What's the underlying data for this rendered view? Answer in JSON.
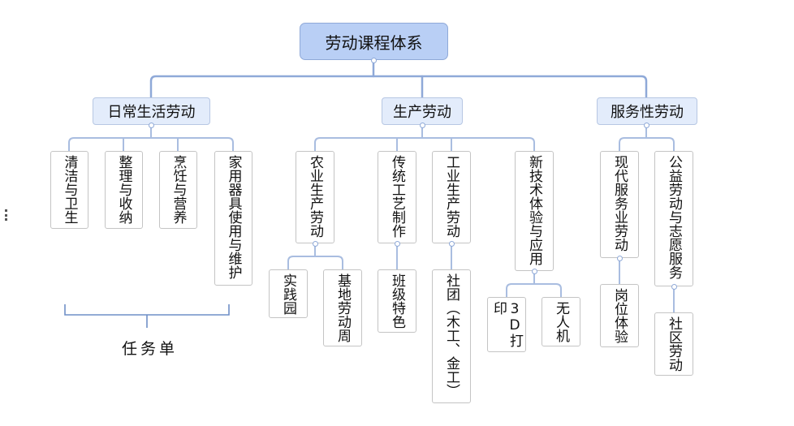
{
  "root": "劳动课程体系",
  "categories": {
    "daily": {
      "label": "日常生活劳动",
      "items": [
        "清洁与卫生",
        "整理与收纳",
        "烹饪与营养",
        "家用器具使用与维护"
      ]
    },
    "production": {
      "label": "生产劳动",
      "items": [
        {
          "label": "农业生产劳动",
          "children": [
            "实践园",
            "基地劳动周"
          ]
        },
        {
          "label": "传统工艺制作",
          "children": [
            "班级特色"
          ]
        },
        {
          "label": "工业生产劳动",
          "children": [
            "社团（木工、金工）"
          ]
        },
        {
          "label": "新技术体验与应用",
          "children": [
            "3D打印",
            "无人机"
          ]
        }
      ]
    },
    "service": {
      "label": "服务性劳动",
      "items": [
        {
          "label": "现代服务业劳动",
          "children": [
            "岗位体验"
          ]
        },
        {
          "label": "公益劳动与志愿服务",
          "children": [
            "社区劳动"
          ]
        }
      ]
    }
  },
  "task_label": "任务单",
  "colors": {
    "connector": "#8fa9d8",
    "root_fill": "#b9cff5",
    "level1_fill": "#e3ecfb",
    "bracket": "#6f8fc7"
  }
}
